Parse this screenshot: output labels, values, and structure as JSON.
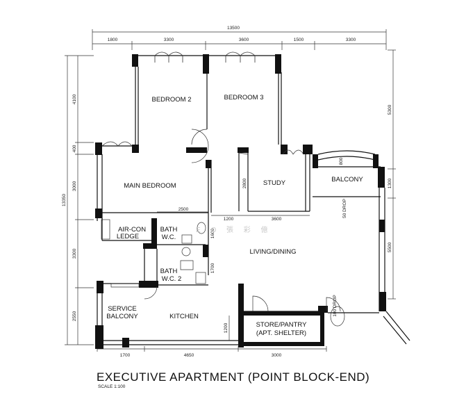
{
  "title": "EXECUTIVE APARTMENT (POINT BLOCK-END)",
  "scale": "SCALE 1:100",
  "watermark": "E  O  張  彩  億",
  "rooms": {
    "bedroom2": "BEDROOM 2",
    "bedroom3": "BEDROOM 3",
    "main_bedroom": "MAIN BEDROOM",
    "study": "STUDY",
    "balcony": "BALCONY",
    "aircon_1": "AIR-CON",
    "aircon_2": "LEDGE",
    "bath1_1": "BATH",
    "bath1_2": "W.C.",
    "bath2_1": "BATH",
    "bath2_2": "W.C. 2",
    "living": "LIVING/DINING",
    "service_1": "SERVICE",
    "service_2": "BALCONY",
    "kitchen": "KITCHEN",
    "store_1": "STORE/PANTRY",
    "store_2": "(APT. SHELTER)",
    "drop": "50\nDROP",
    "drop2": "100\nDROP"
  },
  "dims": {
    "top_total": "13500",
    "top": [
      "1800",
      "3300",
      "3600",
      "1500",
      "3300"
    ],
    "bottom": [
      "1700",
      "4650",
      "3000"
    ],
    "left_total": "13350",
    "left": [
      "4100",
      "400",
      "3000",
      "3300",
      "2550"
    ],
    "right": [
      "5300",
      "1300",
      "5500"
    ],
    "inner": {
      "d2500": "2500",
      "d1200": "1200",
      "d3600": "3600",
      "d2800": "2800",
      "d800": "800",
      "d1600": "1600",
      "d1700": "1700",
      "d1200b": "1200"
    }
  }
}
